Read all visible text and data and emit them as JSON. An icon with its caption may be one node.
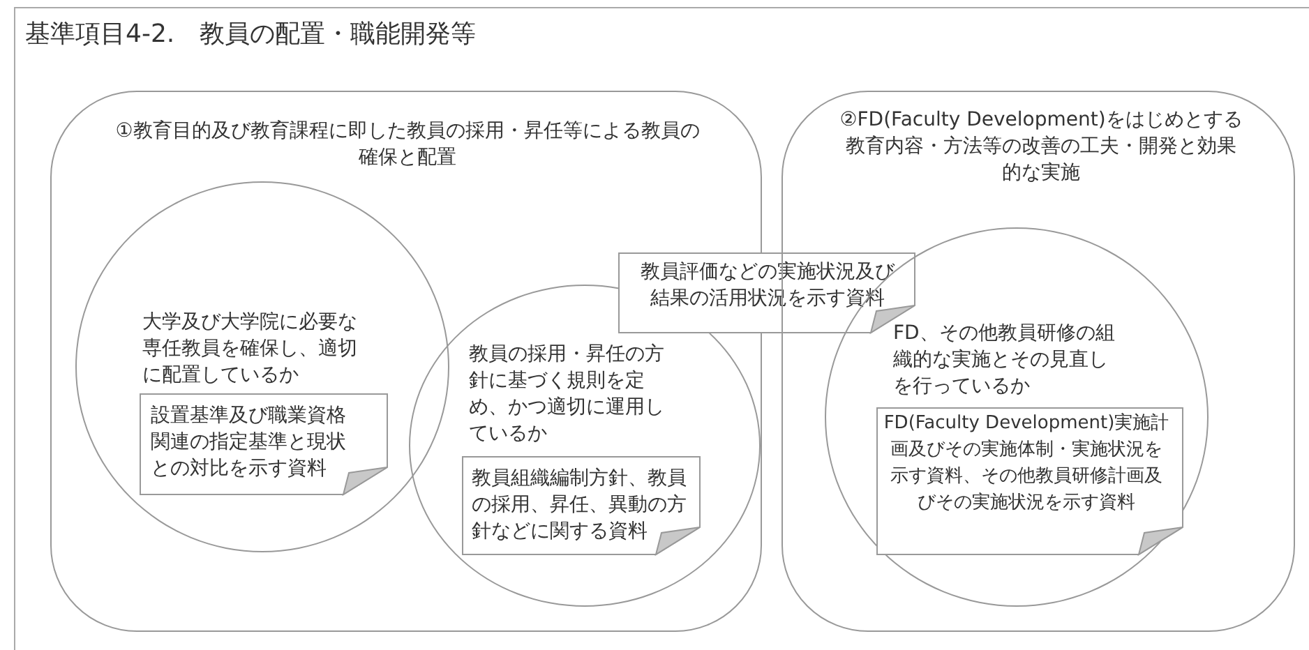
{
  "diagram": {
    "title": "基準項目4-2.　教員の配置・職能開発等",
    "nodes": [
      {
        "text": [
          "①教育目的及び教育課程に即した教員の採用・昇任等による教員の確保と配置"
        ]
      },
      {
        "text": [
          "大学及び大学院に必要な専任教員を確保し、適切に配置しているか"
        ],
        "in": 0
      },
      {
        "text": [
          "設置基準及び職業資格関連の指定基準と現状との対比を示す資料"
        ],
        "in": 1
      },
      {
        "text": [
          "教員の採用・昇任の方針に基づく規則を定め、かつ適切に運用しているか"
        ],
        "in": 0
      },
      {
        "text": [
          "教員組織編制方針、教員の採用、昇任、異動の方針などに関する資料"
        ],
        "in": 3
      },
      {
        "text": [
          "教員評価などの実施状況及び結果の活用状況を示す資料"
        ]
      },
      {
        "text": [
          "②FD(Faculty Development)をはじめとする教育内容・方法等の改善の工夫・開発と効果的な実施"
        ]
      },
      {
        "text": [
          "FD、その他教員研修の組織的な実施とその見直しを行っているか"
        ],
        "in": 6
      },
      {
        "text": [
          "FD(Faculty Development)実施計画及びその実施体制・実施状況を示す資料、その他教員研修計画及びその実施状況を示す資料"
        ],
        "in": 7
      }
    ]
  }
}
